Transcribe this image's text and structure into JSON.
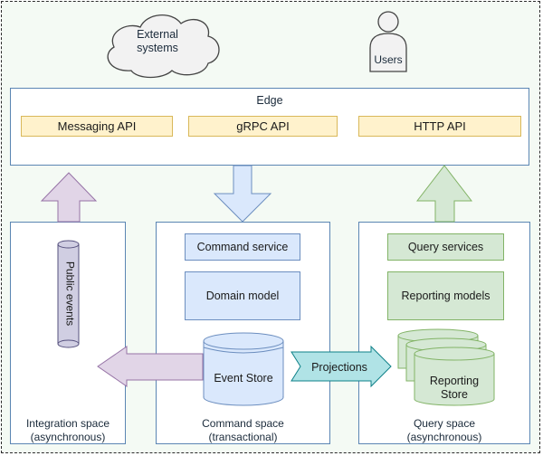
{
  "actors": {
    "external_systems": [
      "External",
      "systems"
    ],
    "users": "Users"
  },
  "edge": {
    "title": "Edge",
    "apis": [
      "Messaging API",
      "gRPC API",
      "HTTP API"
    ]
  },
  "integration": {
    "public_events": "Public events",
    "label": [
      "Integration space",
      "(asynchronous)"
    ]
  },
  "command": {
    "command_service": "Command service",
    "domain_model": "Domain model",
    "event_store": "Event Store",
    "label": [
      "Command space",
      "(transactional)"
    ]
  },
  "projections": "Projections",
  "query": {
    "query_services": "Query services",
    "reporting_models": "Reporting models",
    "reporting_store": [
      "Reporting",
      "Store"
    ],
    "label": [
      "Query space",
      "(asynchronous)"
    ]
  },
  "colors": {
    "border_blue": "#5b86b3",
    "api_fill": "#fff2cc",
    "command_fill": "#dae8fc",
    "query_fill": "#d5e8d4",
    "integration_fill": "#e1d5e7",
    "projections_fill": "#b0e3e6"
  }
}
